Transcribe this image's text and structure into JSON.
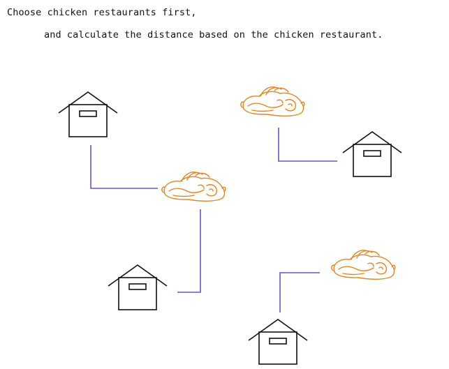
{
  "caption": {
    "line1": "Choose chicken restaurants first,",
    "line2": "and calculate the distance based on the chicken restaurant."
  },
  "houses": [
    {
      "id": "house-1",
      "icon": "house-icon"
    },
    {
      "id": "house-2",
      "icon": "house-icon"
    },
    {
      "id": "house-3",
      "icon": "house-icon"
    },
    {
      "id": "house-4",
      "icon": "house-icon"
    }
  ],
  "chicken_restaurants": [
    {
      "id": "chicken-1",
      "icon": "roast-chicken-icon"
    },
    {
      "id": "chicken-2",
      "icon": "roast-chicken-icon"
    },
    {
      "id": "chicken-3",
      "icon": "roast-chicken-icon"
    }
  ],
  "colors": {
    "house_stroke": "#111111",
    "chicken_stroke": "#e8841e",
    "path_stroke": "#6a50d3"
  }
}
